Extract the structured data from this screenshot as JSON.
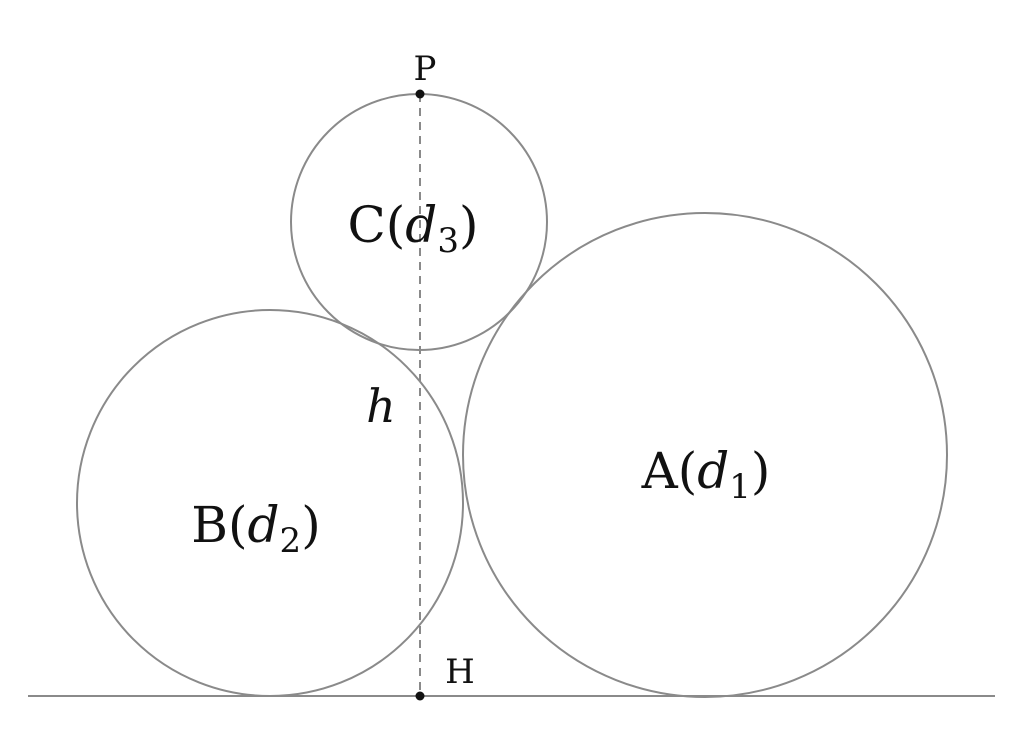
{
  "colors": {
    "stroke": "#8a8a8a",
    "point": "#111111",
    "text": "#111111"
  },
  "points": {
    "top": "P",
    "foot": "H"
  },
  "circles": [
    {
      "name": "A",
      "label_prefix": "A(",
      "var": "d",
      "sub": "1",
      "suffix": ")"
    },
    {
      "name": "B",
      "label_prefix": "B(",
      "var": "d",
      "sub": "2",
      "suffix": ")"
    },
    {
      "name": "C",
      "label_prefix": "C(",
      "var": "d",
      "sub": "3",
      "suffix": ")"
    }
  ],
  "height_label": "h"
}
